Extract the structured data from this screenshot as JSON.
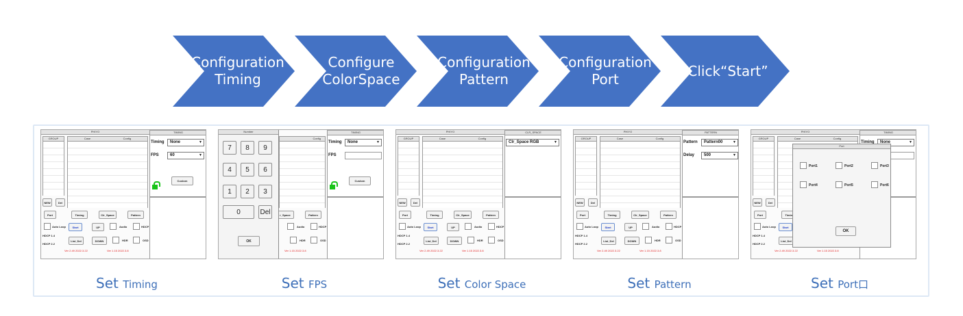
{
  "flow": {
    "steps": [
      {
        "line1": "Configuration",
        "line2": "Timing"
      },
      {
        "line1": "Configure",
        "line2": "ColorSpace"
      },
      {
        "line1": "Configuration",
        "line2": "Pattern"
      },
      {
        "line1": "Configuration",
        "line2": "Port"
      },
      {
        "line1": "Click“Start”",
        "line2": ""
      }
    ],
    "color": "#4472c4"
  },
  "captions": [
    {
      "set": "Set",
      "rest": "Timing"
    },
    {
      "set": "Set",
      "rest": "FPS"
    },
    {
      "set": "Set",
      "rest": "Color Space"
    },
    {
      "set": "Set",
      "rest": "Pattern"
    },
    {
      "set": "Set",
      "rest": "Port口"
    }
  ],
  "app": {
    "title": "PHIYO",
    "group": "GROUP",
    "case": "Case",
    "config": "Config",
    "new": "NEW",
    "del": "Del",
    "port": "Port",
    "timing": "Timing",
    "clr_space": "Clr_Space",
    "pattern": "Pattern",
    "auto_loop": "Auto Loop",
    "start": "Start",
    "up": "UP",
    "audio": "Audio",
    "hdcp": "HDCP",
    "hdcp14": "HDCP 1.4",
    "hdcp22": "HDCP 2.2",
    "list_del": "List_Del",
    "down": "DOWN",
    "hdr": "HDR",
    "osd": "OSD",
    "ver1": "Ver 2.49 2022.3.22",
    "ver2": "Ver 1.15 2022.3.8"
  },
  "timing_panel": {
    "title": "TIMING",
    "timing_label": "Timing",
    "timing_value": "None",
    "fps_label": "FPS",
    "fps_value": "60",
    "custom": "Custom"
  },
  "number_panel": {
    "title": "Number",
    "keys": [
      "7",
      "8",
      "9",
      "4",
      "5",
      "6",
      "1",
      "2",
      "3"
    ],
    "zero": "0",
    "del": "Del",
    "ok": "OK",
    "partial_clr": "r_Space"
  },
  "clr_panel": {
    "title": "CLR_SPACE",
    "value": "Clr_Space RGB"
  },
  "pattern_panel": {
    "title": "PATTERN",
    "pattern_label": "Pattern",
    "pattern_value": "Pattern00",
    "delay_label": "Delay",
    "delay_value": "500"
  },
  "port_panel": {
    "title": "Port",
    "ports": [
      "Port1",
      "Port2",
      "Port3",
      "Port4",
      "Port5",
      "Port6"
    ],
    "ok": "OK",
    "timing_partial": "Timing",
    "none_partial": "None"
  }
}
